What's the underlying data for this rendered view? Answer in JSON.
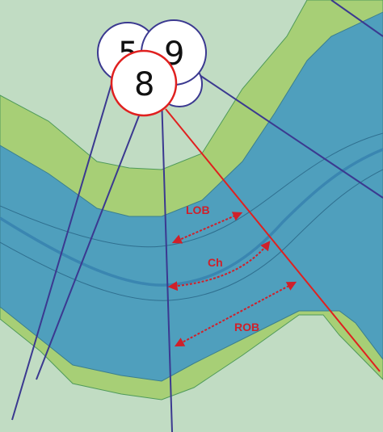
{
  "diagram": {
    "nodes": [
      {
        "id": "node-5",
        "label": "5"
      },
      {
        "id": "node-9",
        "label": "9"
      },
      {
        "id": "node-8",
        "label": "8",
        "highlighted": true
      }
    ],
    "labels": {
      "lob": "LOB",
      "ch": "Ch",
      "rob": "ROB"
    },
    "colors": {
      "background": "#c1dcc3",
      "overbank": "#a7cf76",
      "water": "#4f9fbd",
      "channel_line": "#3a86b1",
      "section_line": "#3b3990",
      "highlight": "#e0201f",
      "arrow": "#d0202a"
    }
  }
}
